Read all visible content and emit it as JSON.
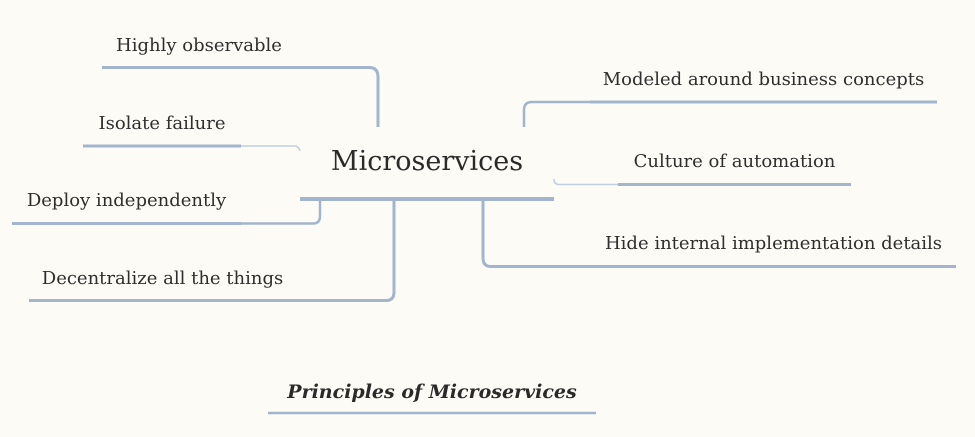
{
  "map": {
    "central_topic": "Microservices",
    "left_branches": [
      {
        "label": "Highly observable"
      },
      {
        "label": "Isolate failure"
      },
      {
        "label": "Deploy independently"
      },
      {
        "label": "Decentralize all the things"
      }
    ],
    "right_branches": [
      {
        "label": "Modeled around business concepts"
      },
      {
        "label": "Culture of automation"
      },
      {
        "label": "Hide internal implementation details"
      }
    ],
    "caption": "Principles of Microservices"
  },
  "colors": {
    "background": "#fdfbf5",
    "connector": "#a3b5ce",
    "connector_thin": "#c3cfde",
    "text": "#2e2e2e"
  }
}
